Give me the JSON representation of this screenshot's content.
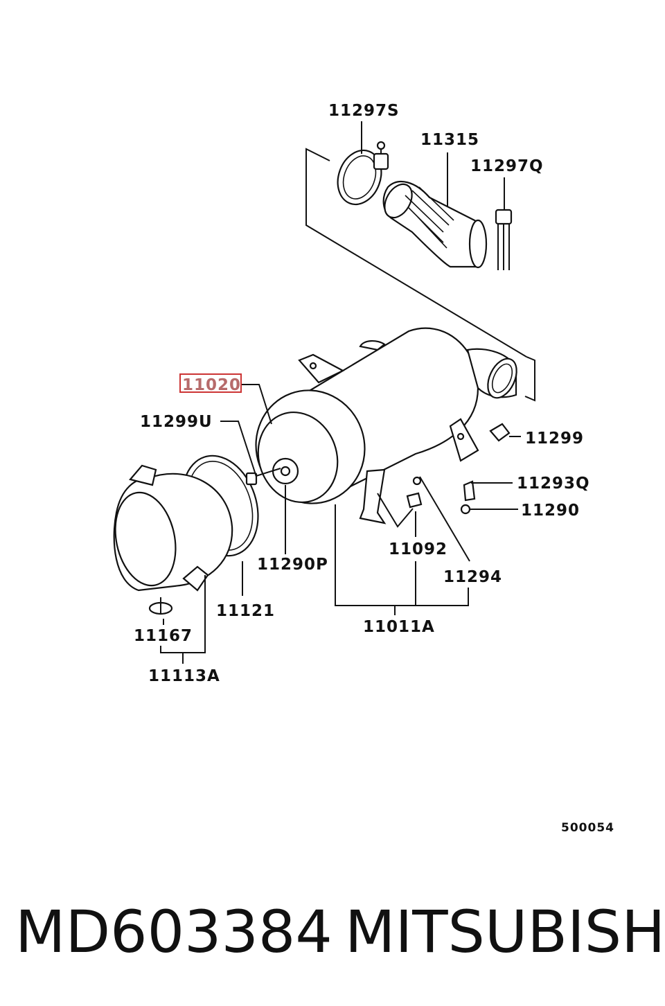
{
  "diagram": {
    "labels": {
      "clamp_top": "11297S",
      "hose": "11315",
      "hose_clip": "11297Q",
      "air_cleaner": "11020",
      "bolt_cover": "11299U",
      "clip": "11299",
      "grommet_bolt": "11293Q",
      "nut": "11290",
      "wing_nut": "11290P",
      "bracket": "11092",
      "stud": "11294",
      "element": "11121",
      "cap": "11167",
      "body": "11011A",
      "cover_assy": "11113A"
    },
    "drawing_code": "500054",
    "highlight_color": "#cc3333"
  },
  "footer": {
    "part_number": "MD603384",
    "brand": "MITSUBISHI"
  }
}
